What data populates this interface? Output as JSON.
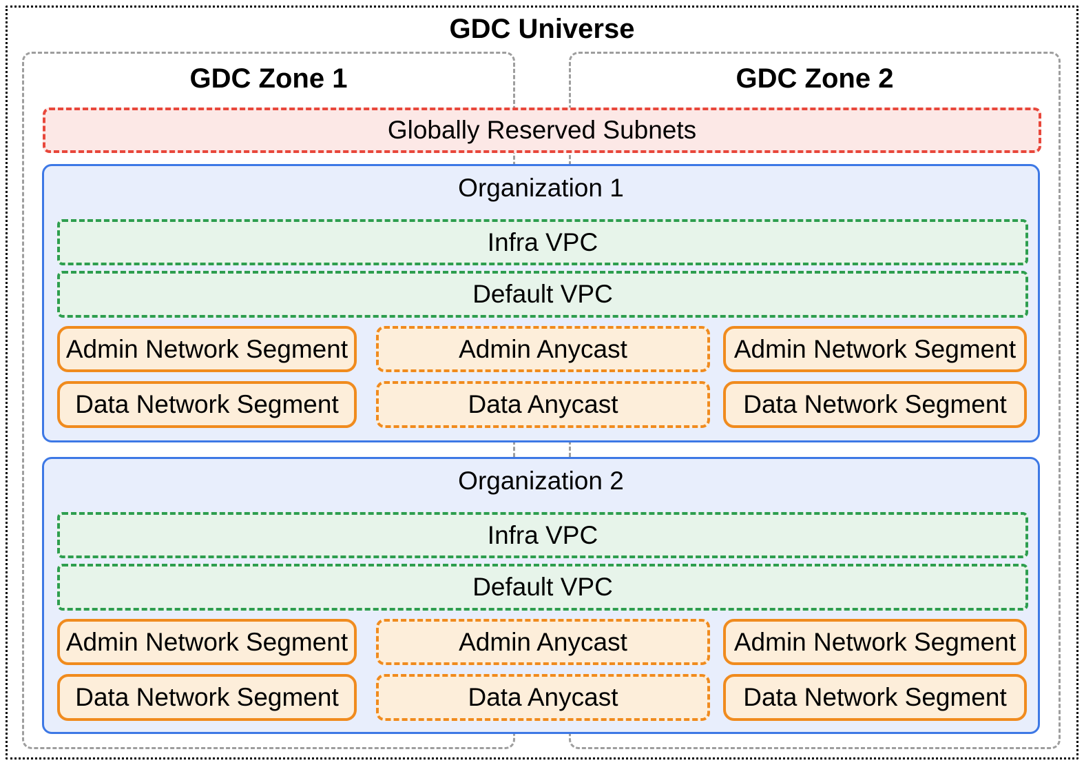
{
  "universe": {
    "title": "GDC Universe"
  },
  "zones": [
    {
      "title": "GDC Zone 1"
    },
    {
      "title": "GDC Zone 2"
    }
  ],
  "reserved_subnets": {
    "label": "Globally Reserved Subnets"
  },
  "organizations": [
    {
      "title": "Organization 1",
      "vpcs": [
        {
          "label": "Infra VPC"
        },
        {
          "label": "Default VPC"
        }
      ],
      "rows": [
        {
          "left": "Admin Network Segment",
          "center": "Admin Anycast",
          "right": "Admin Network Segment"
        },
        {
          "left": "Data Network Segment",
          "center": "Data Anycast",
          "right": "Data Network Segment"
        }
      ]
    },
    {
      "title": "Organization 2",
      "vpcs": [
        {
          "label": "Infra VPC"
        },
        {
          "label": "Default VPC"
        }
      ],
      "rows": [
        {
          "left": "Admin Network Segment",
          "center": "Admin Anycast",
          "right": "Admin Network Segment"
        },
        {
          "left": "Data Network Segment",
          "center": "Data Anycast",
          "right": "Data Network Segment"
        }
      ]
    }
  ],
  "colors": {
    "universe_border": "#000000",
    "zone_border": "#9e9e9e",
    "reserved_border": "#e8473b",
    "reserved_fill": "#fce8e6",
    "org_border": "#3d78e5",
    "org_fill": "#e8eefc",
    "vpc_border": "#2e9e4f",
    "vpc_fill": "#e7f4ea",
    "segment_border": "#f08b1e",
    "segment_fill": "#fdeeda",
    "text": "#000000"
  }
}
